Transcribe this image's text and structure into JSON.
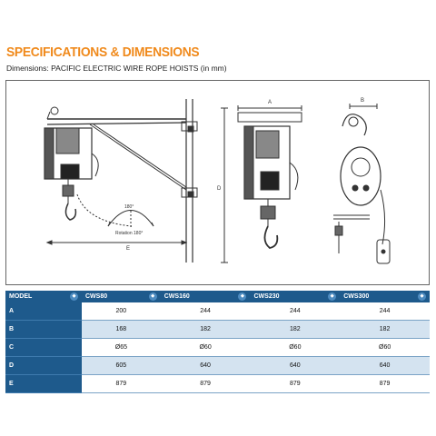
{
  "title": "SPECIFICATIONS & DIMENSIONS",
  "subtitle": "Dimensions: PACIFIC ELECTRIC WIRE ROPE HOISTS (in mm)",
  "drawing": {
    "labels": {
      "rot_top": "180°",
      "rotation": "Rotation 180°",
      "e": "E",
      "a": "A",
      "b": "B",
      "d": "D"
    }
  },
  "table": {
    "headers": [
      "MODEL",
      "CWS80",
      "CWS160",
      "CWS230",
      "CWS300"
    ],
    "rows": [
      {
        "label": "A",
        "values": [
          "200",
          "244",
          "244",
          "244"
        ]
      },
      {
        "label": "B",
        "values": [
          "168",
          "182",
          "182",
          "182"
        ]
      },
      {
        "label": "C",
        "values": [
          "Ø65",
          "Ø60",
          "Ø60",
          "Ø60"
        ]
      },
      {
        "label": "D",
        "values": [
          "605",
          "640",
          "640",
          "640"
        ]
      },
      {
        "label": "E",
        "values": [
          "879",
          "879",
          "879",
          "879"
        ]
      }
    ]
  },
  "colors": {
    "title": "#f08a1c",
    "table_header": "#1e5a8c",
    "row_stripe": "#d4e3f0"
  }
}
